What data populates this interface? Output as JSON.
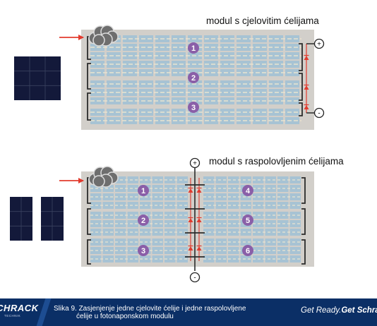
{
  "diagram": {
    "top_module": {
      "title": "modul s cjelovitim ćelijama",
      "string_numbers": [
        "1",
        "2",
        "3"
      ],
      "plus_symbol": "+",
      "minus_symbol": "-"
    },
    "bottom_module": {
      "title": "modul s raspolovljenim ćelijama",
      "string_numbers": [
        "1",
        "2",
        "3",
        "4",
        "5",
        "6"
      ],
      "plus_symbol": "+",
      "minus_symbol": "-"
    }
  },
  "footer": {
    "brand": "SCHRACK",
    "brand_sub": "TECHNIK",
    "caption_line1": "Slika 9.  Zasjenjenje jedne cjelovite ćelije i jedne raspolovljene",
    "caption_line2": "ćelije u fotonaponskom modulu",
    "slogan_regular": "Get Ready.",
    "slogan_bold": "Get Schrack"
  },
  "colors": {
    "module_frame": "#d2cfca",
    "cell_blue": "#a7c3d4",
    "busbar": "#e9e4d0",
    "badge": "#8a5fa8",
    "arrow_red": "#e23b2e",
    "footer_bg": "#0b2f66",
    "panel_dark": "#13193a"
  }
}
